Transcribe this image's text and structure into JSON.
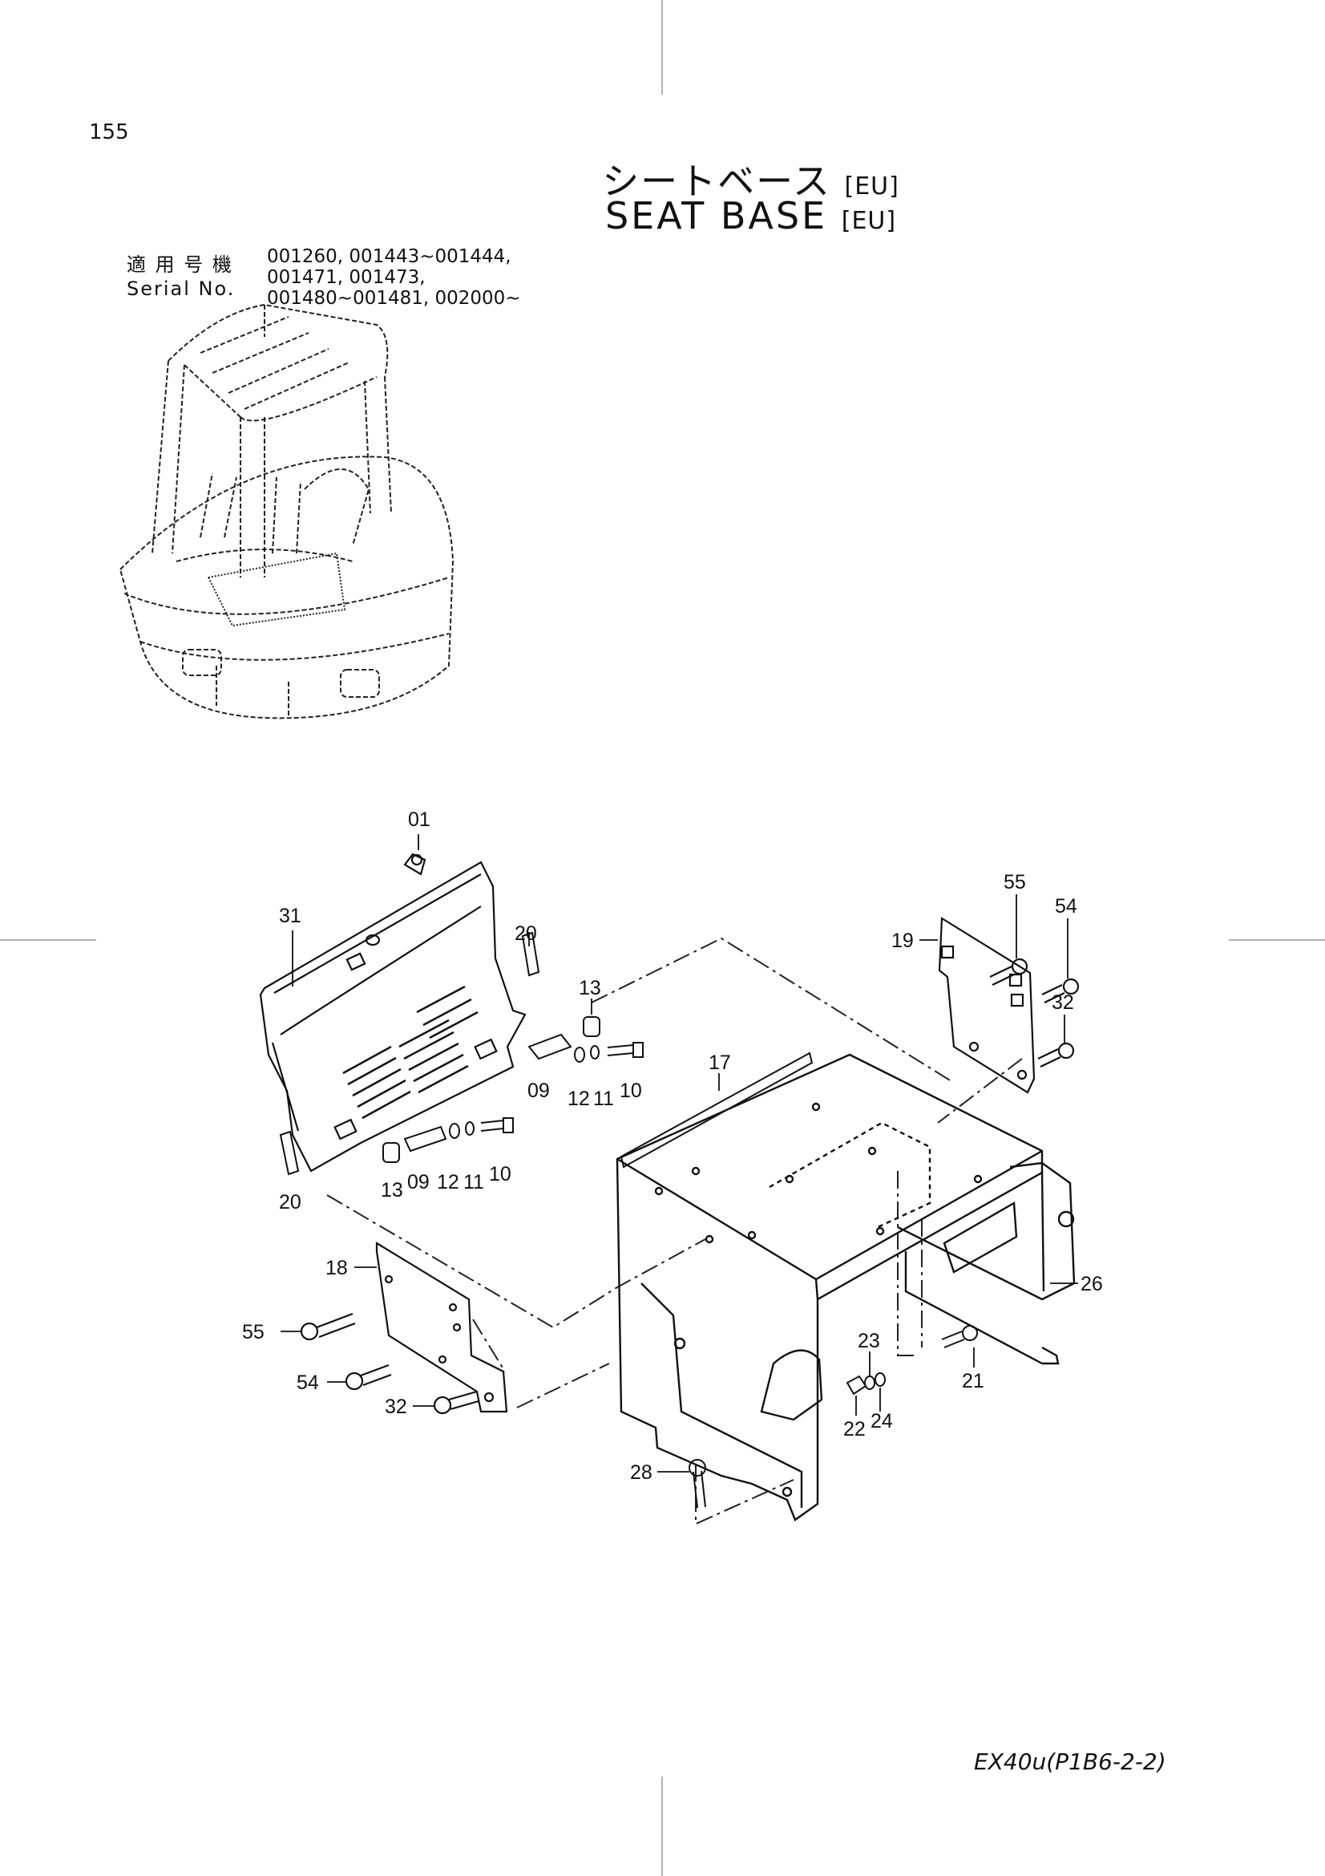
{
  "page_number": "155",
  "title": {
    "jp": "シートベース",
    "jp_suffix": "[EU]",
    "en": "SEAT  BASE",
    "en_suffix": "[EU]"
  },
  "serial": {
    "label_jp": "適 用 号 機",
    "label_en": "Serial  No.",
    "lines": [
      "001260, 001443~001444,",
      "001471, 001473,",
      "001480~001481, 002000~"
    ]
  },
  "callouts": {
    "c01": "01",
    "c31": "31",
    "c20a": "20",
    "c13a": "13",
    "c09a": "09",
    "c12a": "12",
    "c11a": "11",
    "c10a": "10",
    "c20b": "20",
    "c13b": "13",
    "c09b": "09",
    "c12b": "12",
    "c11b": "11",
    "c10b": "10",
    "c17": "17",
    "c55a": "55",
    "c54a": "54",
    "c19": "19",
    "c32a": "32",
    "c18": "18",
    "c55b": "55",
    "c54b": "54",
    "c32b": "32",
    "c26": "26",
    "c23": "23",
    "c21": "21",
    "c22": "22",
    "c24": "24",
    "c28": "28"
  },
  "footer": "EX40u(P1B6-2-2)"
}
